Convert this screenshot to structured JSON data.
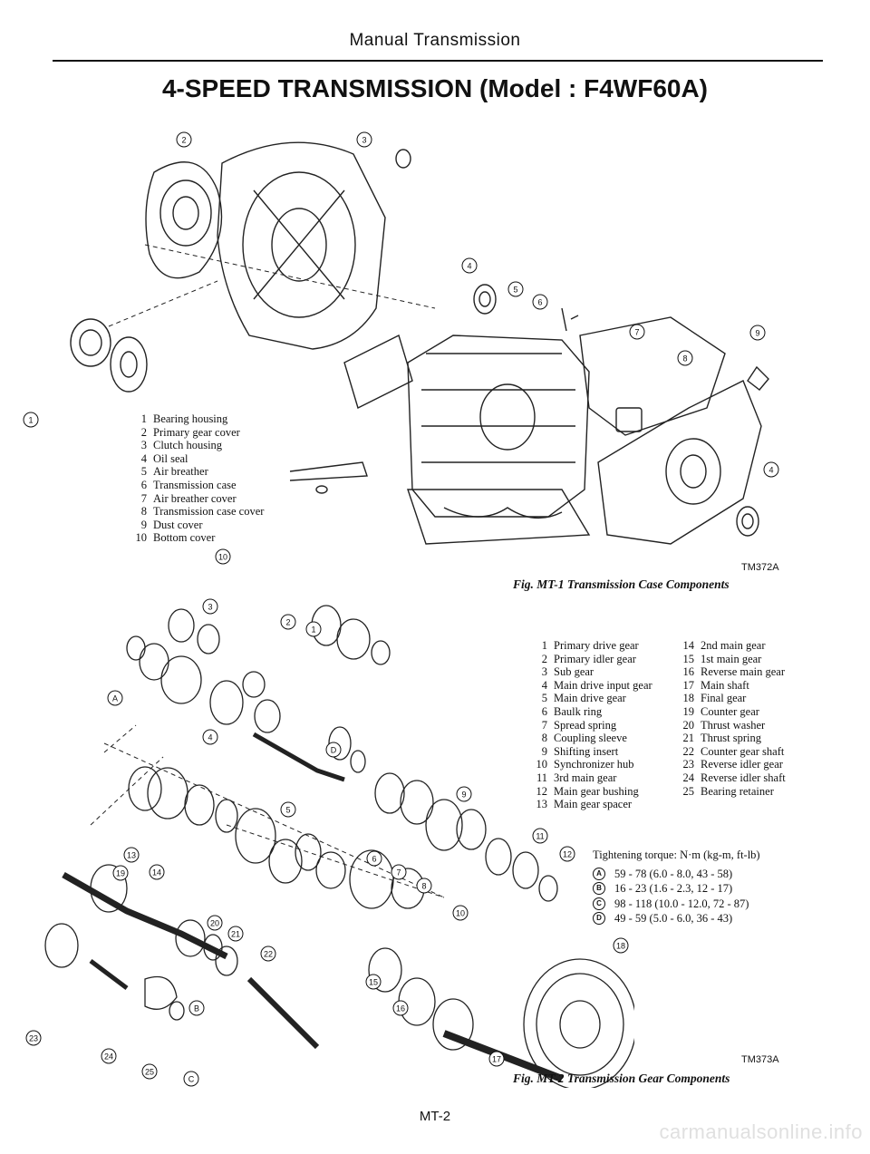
{
  "header": {
    "section": "Manual Transmission"
  },
  "title": "4-SPEED TRANSMISSION (Model : F4WF60A)",
  "figure1": {
    "code": "TM372A",
    "caption": "Fig. MT-1 Transmission Case Components",
    "legend": [
      {
        "n": "1",
        "label": "Bearing housing"
      },
      {
        "n": "2",
        "label": "Primary gear cover"
      },
      {
        "n": "3",
        "label": "Clutch housing"
      },
      {
        "n": "4",
        "label": "Oil seal"
      },
      {
        "n": "5",
        "label": "Air breather"
      },
      {
        "n": "6",
        "label": "Transmission case"
      },
      {
        "n": "7",
        "label": "Air breather cover"
      },
      {
        "n": "8",
        "label": "Transmission case cover"
      },
      {
        "n": "9",
        "label": "Dust cover"
      },
      {
        "n": "10",
        "label": "Bottom cover"
      }
    ],
    "callouts": [
      "1",
      "2",
      "3",
      "4",
      "5",
      "6",
      "7",
      "8",
      "9",
      "4",
      "10"
    ]
  },
  "figure2": {
    "code": "TM373A",
    "caption": "Fig. MT-2 Transmission Gear Components",
    "legend_left": [
      {
        "n": "1",
        "label": "Primary drive gear"
      },
      {
        "n": "2",
        "label": "Primary idler gear"
      },
      {
        "n": "3",
        "label": "Sub gear"
      },
      {
        "n": "4",
        "label": "Main drive input gear"
      },
      {
        "n": "5",
        "label": "Main drive gear"
      },
      {
        "n": "6",
        "label": "Baulk ring"
      },
      {
        "n": "7",
        "label": "Spread spring"
      },
      {
        "n": "8",
        "label": "Coupling sleeve"
      },
      {
        "n": "9",
        "label": "Shifting insert"
      },
      {
        "n": "10",
        "label": "Synchronizer hub"
      },
      {
        "n": "11",
        "label": "3rd main gear"
      },
      {
        "n": "12",
        "label": "Main gear bushing"
      },
      {
        "n": "13",
        "label": "Main gear spacer"
      }
    ],
    "legend_right": [
      {
        "n": "14",
        "label": "2nd main gear"
      },
      {
        "n": "15",
        "label": "1st main gear"
      },
      {
        "n": "16",
        "label": "Reverse main gear"
      },
      {
        "n": "17",
        "label": "Main shaft"
      },
      {
        "n": "18",
        "label": "Final gear"
      },
      {
        "n": "19",
        "label": "Counter gear"
      },
      {
        "n": "20",
        "label": "Thrust washer"
      },
      {
        "n": "21",
        "label": "Thrust spring"
      },
      {
        "n": "22",
        "label": "Counter gear shaft"
      },
      {
        "n": "23",
        "label": "Reverse idler gear"
      },
      {
        "n": "24",
        "label": "Reverse idler shaft"
      },
      {
        "n": "25",
        "label": "Bearing retainer"
      }
    ],
    "torque_title": "Tightening torque: N·m (kg-m, ft-lb)",
    "torque": [
      {
        "key": "A",
        "value": "59 - 78 (6.0 - 8.0, 43 - 58)"
      },
      {
        "key": "B",
        "value": "16 - 23 (1.6 - 2.3, 12 - 17)"
      },
      {
        "key": "C",
        "value": "98 - 118 (10.0 - 12.0, 72 - 87)"
      },
      {
        "key": "D",
        "value": "49 - 59 (5.0 - 6.0, 36 - 43)"
      }
    ],
    "callouts": [
      "1",
      "2",
      "3",
      "A",
      "4",
      "5",
      "D",
      "6",
      "7",
      "8",
      "9",
      "10",
      "11",
      "12",
      "13",
      "14",
      "19",
      "20",
      "21",
      "22",
      "15",
      "16",
      "17",
      "18",
      "23",
      "24",
      "25",
      "B",
      "C"
    ]
  },
  "page_number": "MT-2",
  "watermark": "carmanualsonline.info"
}
